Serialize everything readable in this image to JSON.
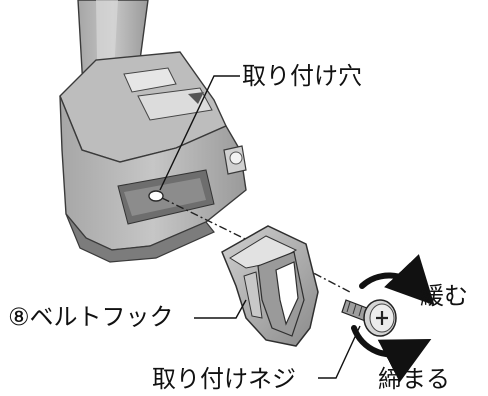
{
  "labels": {
    "mounting_hole": "取り付け穴",
    "belt_hook": "⑧ベルトフック",
    "mounting_screw": "取り付けネジ",
    "loosen": "緩む",
    "tighten": "締まる"
  },
  "colors": {
    "body_dark": "#8e8e8e",
    "body_mid": "#b4b4b4",
    "body_light": "#d6d6d6",
    "outline": "#3a3a3a",
    "arrow": "#111111",
    "text": "#111111"
  }
}
